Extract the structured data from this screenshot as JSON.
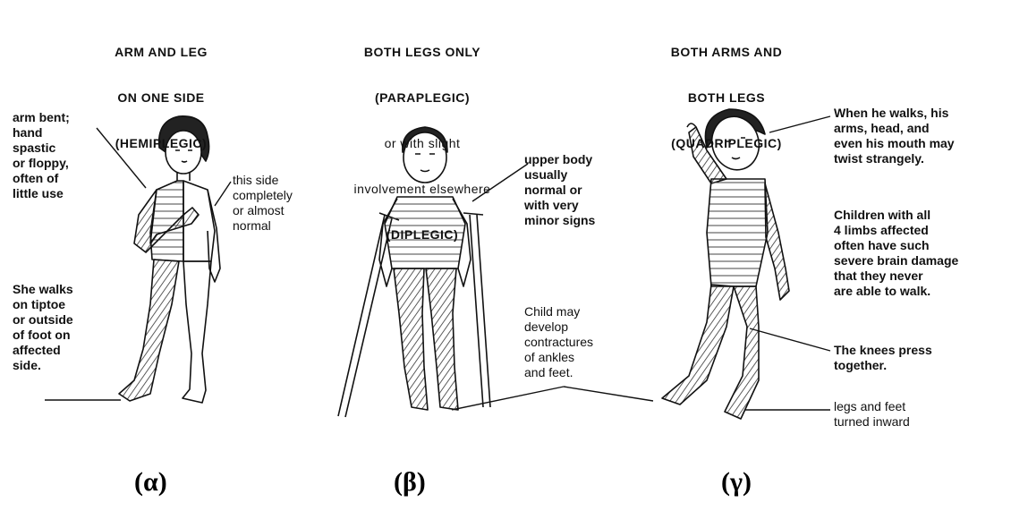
{
  "headers": {
    "hemiplegic": [
      "ARM AND LEG",
      "ON ONE SIDE",
      "(HEMIPLEGIC)"
    ],
    "diplegic": [
      "BOTH LEGS ONLY",
      "(PARAPLEGIC)",
      "or with slight",
      "involvement elsewhere",
      "(DIPLEGIC)"
    ],
    "quadriplegic": [
      "BOTH ARMS AND",
      "BOTH LEGS",
      "(QUADRIPLEGIC)"
    ]
  },
  "annotations": {
    "arm_bent": "arm bent;\nhand\nspastic\nor floppy,\noften of\nlittle use",
    "this_side": "this side\ncompletely\nor almost\nnormal",
    "she_walks": "She walks\non tiptoe\nor outside\nof foot on\naffected\nside.",
    "upper_body": "upper body\nusually\nnormal or\nwith very\nminor signs",
    "contractures": "Child may\ndevelop\ncontractures\nof ankles\nand feet.",
    "when_walks": "When he walks, his\narms, head, and\neven his mouth may\ntwist strangely.",
    "children_all": "Children with all\n4 limbs affected\noften have such\nsevere brain damage\nthat they never\nare able to walk.",
    "knees": "The knees press\ntogether.",
    "legs_feet": "legs and feet\nturned inward"
  },
  "panel_labels": [
    "(α)",
    "(β)",
    "(γ)"
  ]
}
